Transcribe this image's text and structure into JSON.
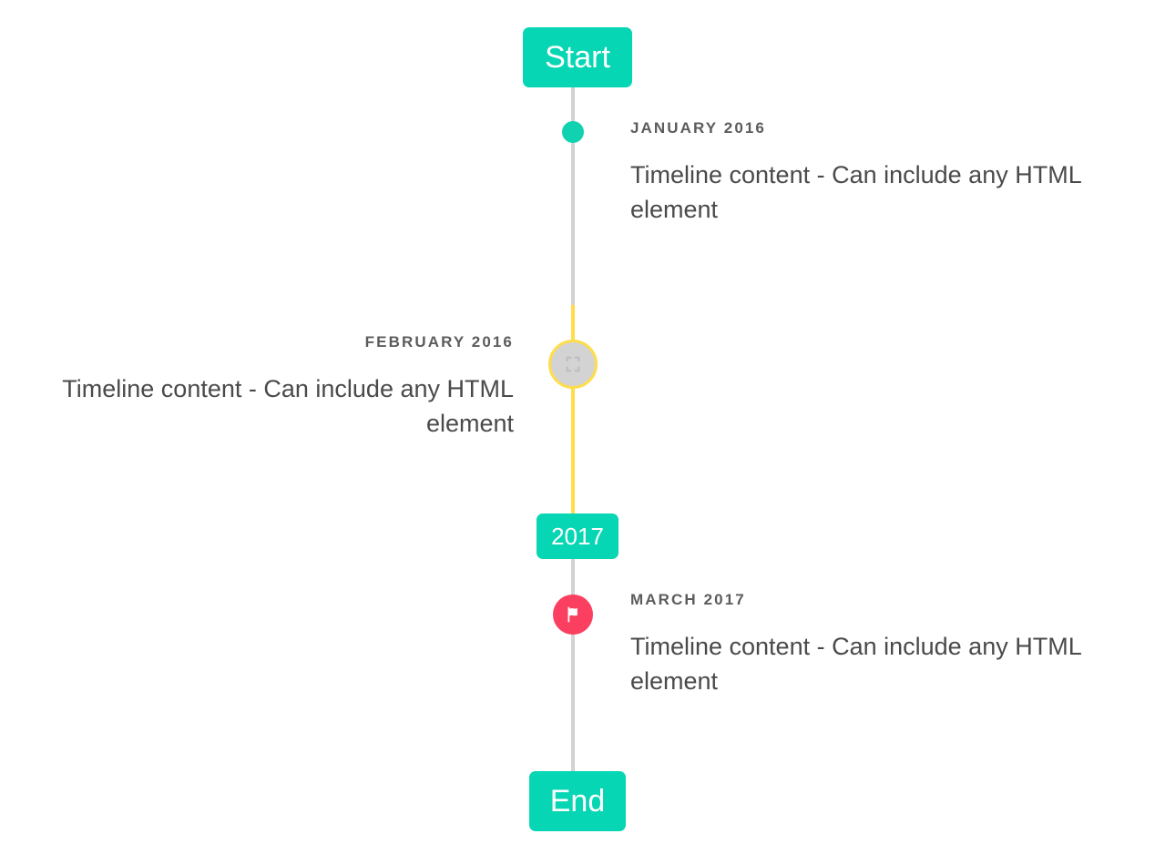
{
  "timeline": {
    "start_label": "Start",
    "middle_label": "2017",
    "end_label": "End",
    "colors": {
      "accent_teal": "#06d6b4",
      "marker_teal": "#11d2b0",
      "accent_yellow": "#ffdd4a",
      "accent_pink": "#fb3f60",
      "line_gray": "#d2d2d2",
      "marker_gray": "#d3d3d3",
      "text_dark": "#4a4a4a",
      "text_date": "#5c5c5c",
      "background": "#ffffff"
    },
    "entries": [
      {
        "date": "JANUARY 2016",
        "body": "Timeline content - Can include any HTML element",
        "side": "right",
        "marker": "dot-icon"
      },
      {
        "date": "FEBRUARY 2016",
        "body": "Timeline content - Can include any HTML element",
        "side": "left",
        "marker": "broken-image-icon"
      },
      {
        "date": "MARCH 2017",
        "body": "Timeline content - Can include any HTML element",
        "side": "right",
        "marker": "flag-icon"
      }
    ]
  }
}
